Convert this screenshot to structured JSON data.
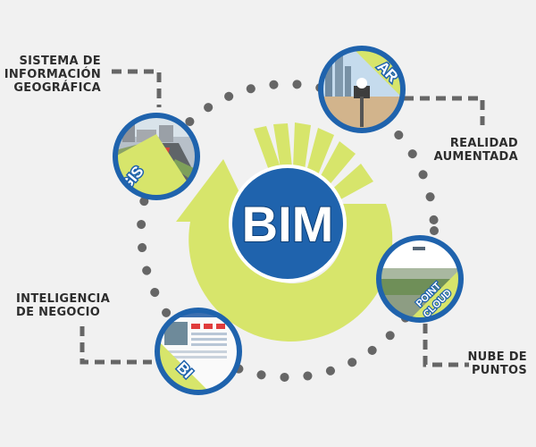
{
  "center": {
    "label": "BIM"
  },
  "nodes": {
    "gis": {
      "badge": "GIS",
      "label_lines": [
        "SISTEMA DE",
        "INFORMACIÓN",
        "GEOGRÁFICA"
      ]
    },
    "ar": {
      "badge": "AR",
      "label_lines": [
        "REALIDAD",
        "AUMENTADA"
      ]
    },
    "point_cloud": {
      "badge_lines": [
        "POINT",
        "CLOUD"
      ],
      "label_lines": [
        "NUBE DE",
        "PUNTOS"
      ]
    },
    "bi": {
      "badge": "BI",
      "label_lines": [
        "INTELIGENCIA",
        "DE NEGOCIO"
      ]
    }
  },
  "colors": {
    "background": "#f1f1f1",
    "blue": "#1f63ad",
    "lime": "#d7e56b",
    "dash": "#666666",
    "text": "#2d2d2d"
  }
}
